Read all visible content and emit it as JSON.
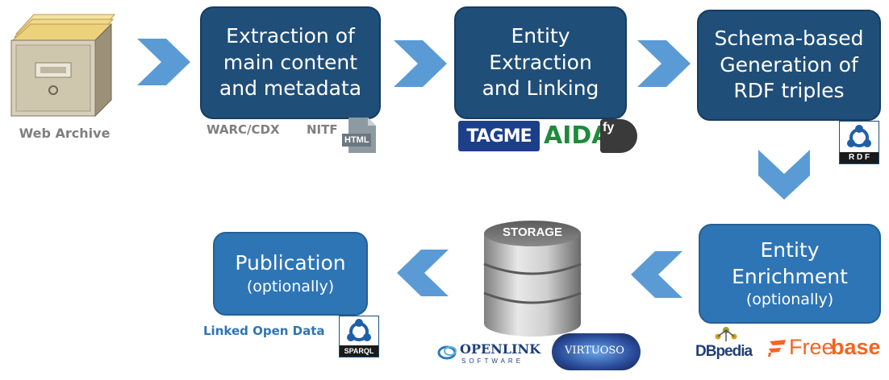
{
  "steps": {
    "archive": {
      "label": "Web Archive"
    },
    "extraction": {
      "lines": [
        "Extraction of",
        "main content",
        "and metadata"
      ],
      "formats": [
        "WARC/CDX",
        "NITF"
      ]
    },
    "entity": {
      "lines": [
        "Entity",
        "Extraction",
        "and Linking"
      ]
    },
    "schema": {
      "lines": [
        "Schema-based",
        "Generation of",
        "RDF triples"
      ]
    },
    "enrichment": {
      "lines": [
        "Entity",
        "Enrichment"
      ],
      "note": "(optionally)"
    },
    "storage": {
      "label": "STORAGE"
    },
    "publication": {
      "lines": [
        "Publication"
      ],
      "note": "(optionally)",
      "caption": "Linked Open Data"
    }
  },
  "logos": {
    "html": "HTML",
    "tagme": "TAGME",
    "aida": "AIDA",
    "fy": "fy",
    "rdf": "R D F",
    "sparql": "SPARQL",
    "dbpedia": "DBpedia",
    "freebase_a": "Free",
    "freebase_b": "base",
    "openlink": "OPENLINK",
    "openlink_sub": "SOFTWARE",
    "virtuoso": "VIRTUOSO"
  },
  "colors": {
    "dark_box": "#1f4e79",
    "light_box": "#2e75b6",
    "arrow": "#5b9bd5"
  }
}
